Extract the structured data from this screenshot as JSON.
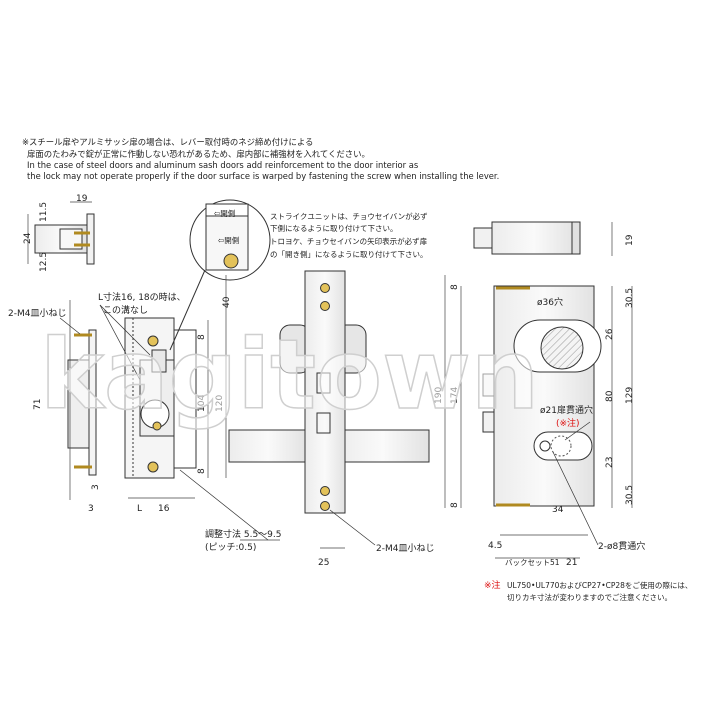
{
  "notes": {
    "jp_line1": "※スチール扉やアルミサッシ扉の場合は、レバー取付時のネジ締め付けによる",
    "jp_line2": "扉面のたわみで錠が正常に作動しない恐れがあるため、扉内部に補強材を入れてください。",
    "en_line1": "In the case of steel doors and aluminum sash doors add reinforcement to the door interior as",
    "en_line2": "the lock may not operate properly if the door surface is warped by fastening the screw when installing the lever."
  },
  "strike": {
    "hiraki": "⇦開側",
    "note_line1": "ストライクユニットは、チョウセイバンが必ず",
    "note_line2": "下側になるように取り付けて下さい。",
    "note_line3": "トロヨケ、チョウセイバンの矢印表示が必ず扉",
    "note_line4": "の「開き側」になるように取り付けて下さい。"
  },
  "labels": {
    "screw_m4": "2-M4皿小ねじ",
    "screw_m4_front": "2-M4皿小ねじ",
    "groove_l1": "L寸法16, 18の時は、",
    "groove_l2": "この溝なし",
    "adjust_l1": "調整寸法 5.5〜9.5",
    "adjust_l2": "(ピッチ:0.5)",
    "hole36": "ø36穴",
    "hole21": "ø21扉貫通穴",
    "hole21_note": "(※注)",
    "hole8": "2-ø8貫通穴",
    "backset": "バックセット51",
    "L": "L"
  },
  "dims": {
    "d19a": "19",
    "d11_5": "11.5",
    "d24": "24",
    "d12_5": "12.5",
    "d71": "71",
    "d3a": "3",
    "d3b": "3",
    "d16": "16",
    "d40": "40",
    "d8a": "8",
    "d104": "104",
    "d120": "120",
    "d8b": "8",
    "d25": "25",
    "d190": "190",
    "d174": "174",
    "d8c": "8",
    "d8d": "8",
    "d19b": "19",
    "d30_5a": "30.5",
    "d26": "26",
    "d80": "80",
    "d129": "129",
    "d23": "23",
    "d30_5b": "30.5",
    "d34": "34",
    "d4_5": "4.5",
    "d21": "21"
  },
  "footnote": {
    "mark": "※注",
    "line1": "UL750•UL770およびCP27•CP28をご使用の際には、",
    "line2": "切りカキ寸法が変わりますのでご注意ください。"
  },
  "watermark": "kagitown",
  "colors": {
    "line": "#333333",
    "red": "#dd1111",
    "brass": "#d8b64a"
  }
}
